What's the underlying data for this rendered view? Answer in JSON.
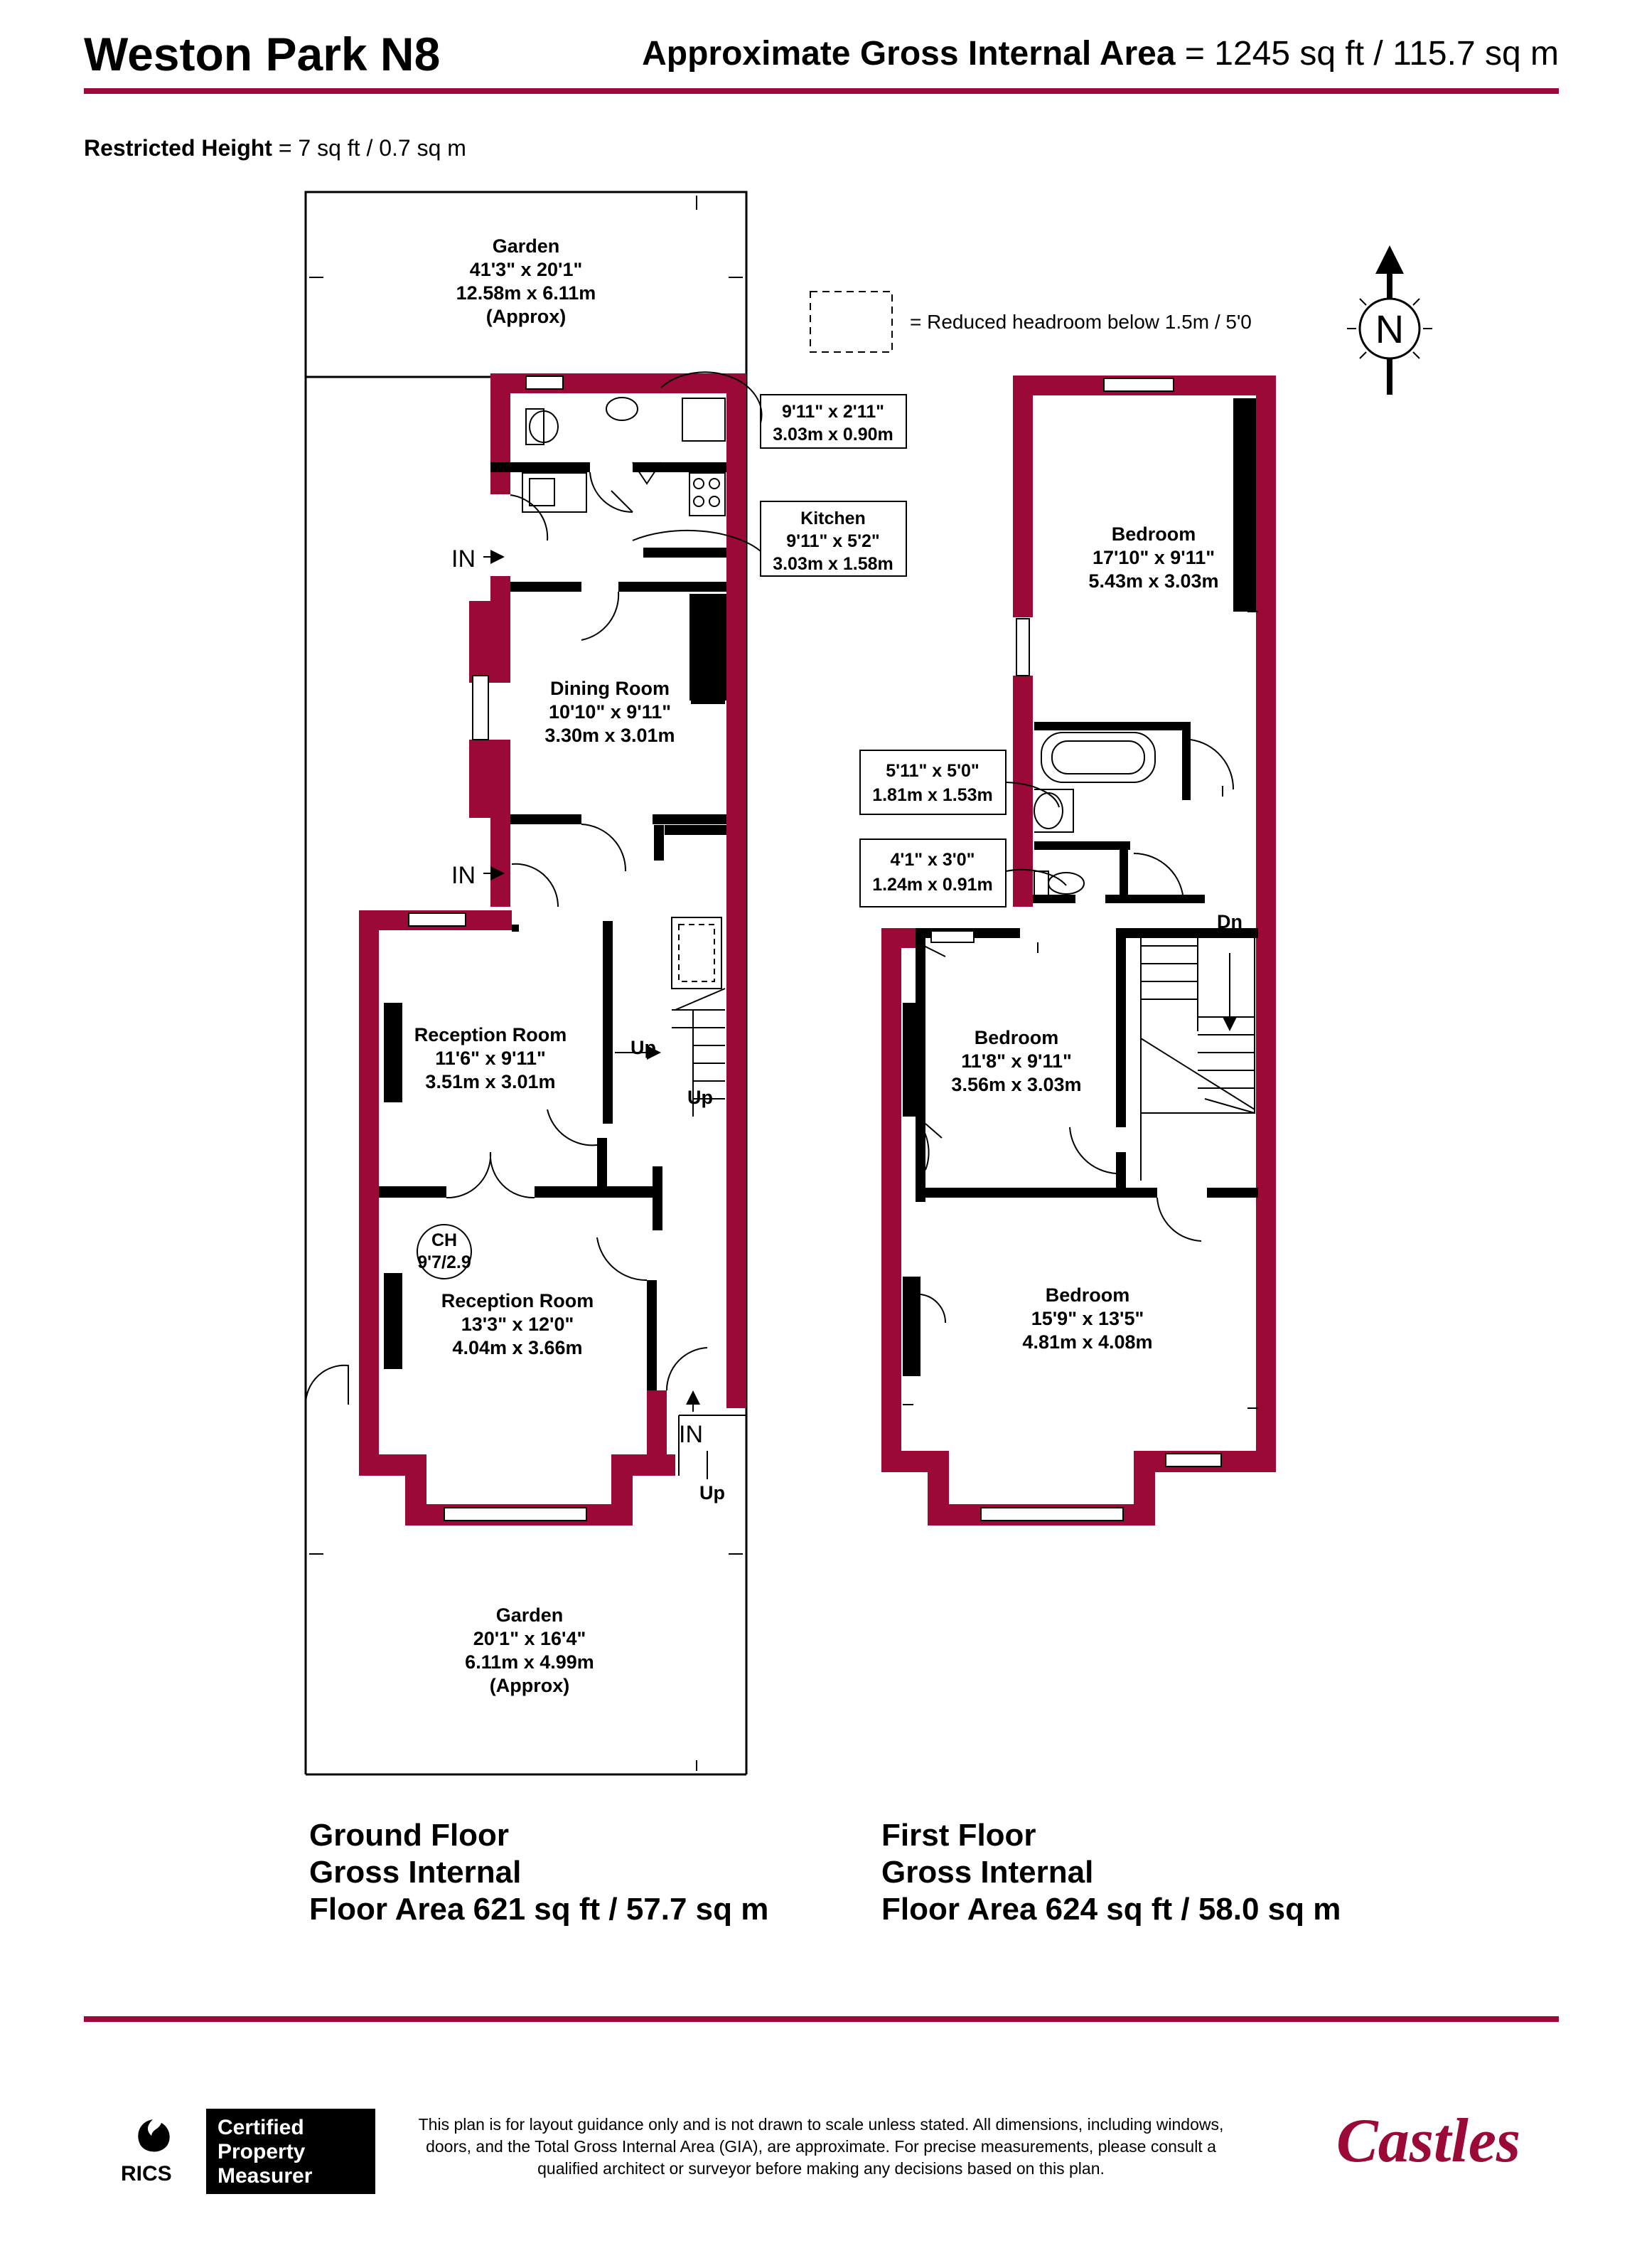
{
  "header": {
    "property_name": "Weston Park N8",
    "gia_label": "Approximate Gross Internal Area",
    "gia_value": " = 1245 sq ft / 115.7 sq m"
  },
  "restricted": {
    "label": "Restricted Height",
    "value": " = 7 sq ft / 0.7 sq m"
  },
  "legend": {
    "reduced_headroom": "= Reduced headroom below 1.5m / 5'0"
  },
  "compass": {
    "north": "N"
  },
  "ground_floor": {
    "garden_rear": {
      "name": "Garden",
      "imperial": "41'3\" x 20'1\"",
      "metric": "12.58m x 6.11m",
      "note": "(Approx)"
    },
    "utility": {
      "imperial": "9'11\" x 2'11\"",
      "metric": "3.03m x 0.90m"
    },
    "kitchen": {
      "name": "Kitchen",
      "imperial": "9'11\" x 5'2\"",
      "metric": "3.03m x 1.58m"
    },
    "dining": {
      "name": "Dining Room",
      "imperial": "10'10\" x 9'11\"",
      "metric": "3.30m x 3.01m"
    },
    "reception1": {
      "name": "Reception Room",
      "imperial": "11'6\" x 9'11\"",
      "metric": "3.51m x 3.01m"
    },
    "reception2": {
      "name": "Reception Room",
      "imperial": "13'3\" x 12'0\"",
      "metric": "4.04m x 3.66m"
    },
    "ch": {
      "label": "CH",
      "height": "9'7/2.9"
    },
    "garden_front": {
      "name": "Garden",
      "imperial": "20'1\" x 16'4\"",
      "metric": "6.11m x 4.99m",
      "note": "(Approx)"
    },
    "entry_label": "IN",
    "up_label": "Up",
    "summary": {
      "line1": "Ground Floor",
      "line2": "Gross Internal",
      "line3": "Floor Area 621 sq ft / 57.7 sq m"
    }
  },
  "first_floor": {
    "bedroom_rear": {
      "name": "Bedroom",
      "imperial": "17'10\" x 9'11\"",
      "metric": "5.43m x 3.03m"
    },
    "bathroom": {
      "imperial": "5'11\" x 5'0\"",
      "metric": "1.81m x 1.53m"
    },
    "wc": {
      "imperial": "4'1\" x 3'0\"",
      "metric": "1.24m x 0.91m"
    },
    "bedroom_mid": {
      "name": "Bedroom",
      "imperial": "11'8\" x 9'11\"",
      "metric": "3.56m x 3.03m"
    },
    "bedroom_front": {
      "name": "Bedroom",
      "imperial": "15'9\" x 13'5\"",
      "metric": "4.81m x 4.08m"
    },
    "down_label": "Dn",
    "summary": {
      "line1": "First Floor",
      "line2": "Gross Internal",
      "line3": "Floor Area 624 sq ft / 58.0 sq m"
    }
  },
  "footer": {
    "rics": "RICS",
    "cert": {
      "line1": "Certified",
      "line2": "Property",
      "line3": "Measurer"
    },
    "disclaimer": "This plan is for layout guidance only and is not drawn to scale unless stated. All dimensions, including windows, doors, and the Total Gross Internal Area (GIA), are approximate. For precise measurements, please consult a qualified architect or surveyor before making any decisions based on this plan.",
    "brand": "Castles"
  },
  "colors": {
    "wall": "#9b0a36",
    "line": "#000000"
  }
}
